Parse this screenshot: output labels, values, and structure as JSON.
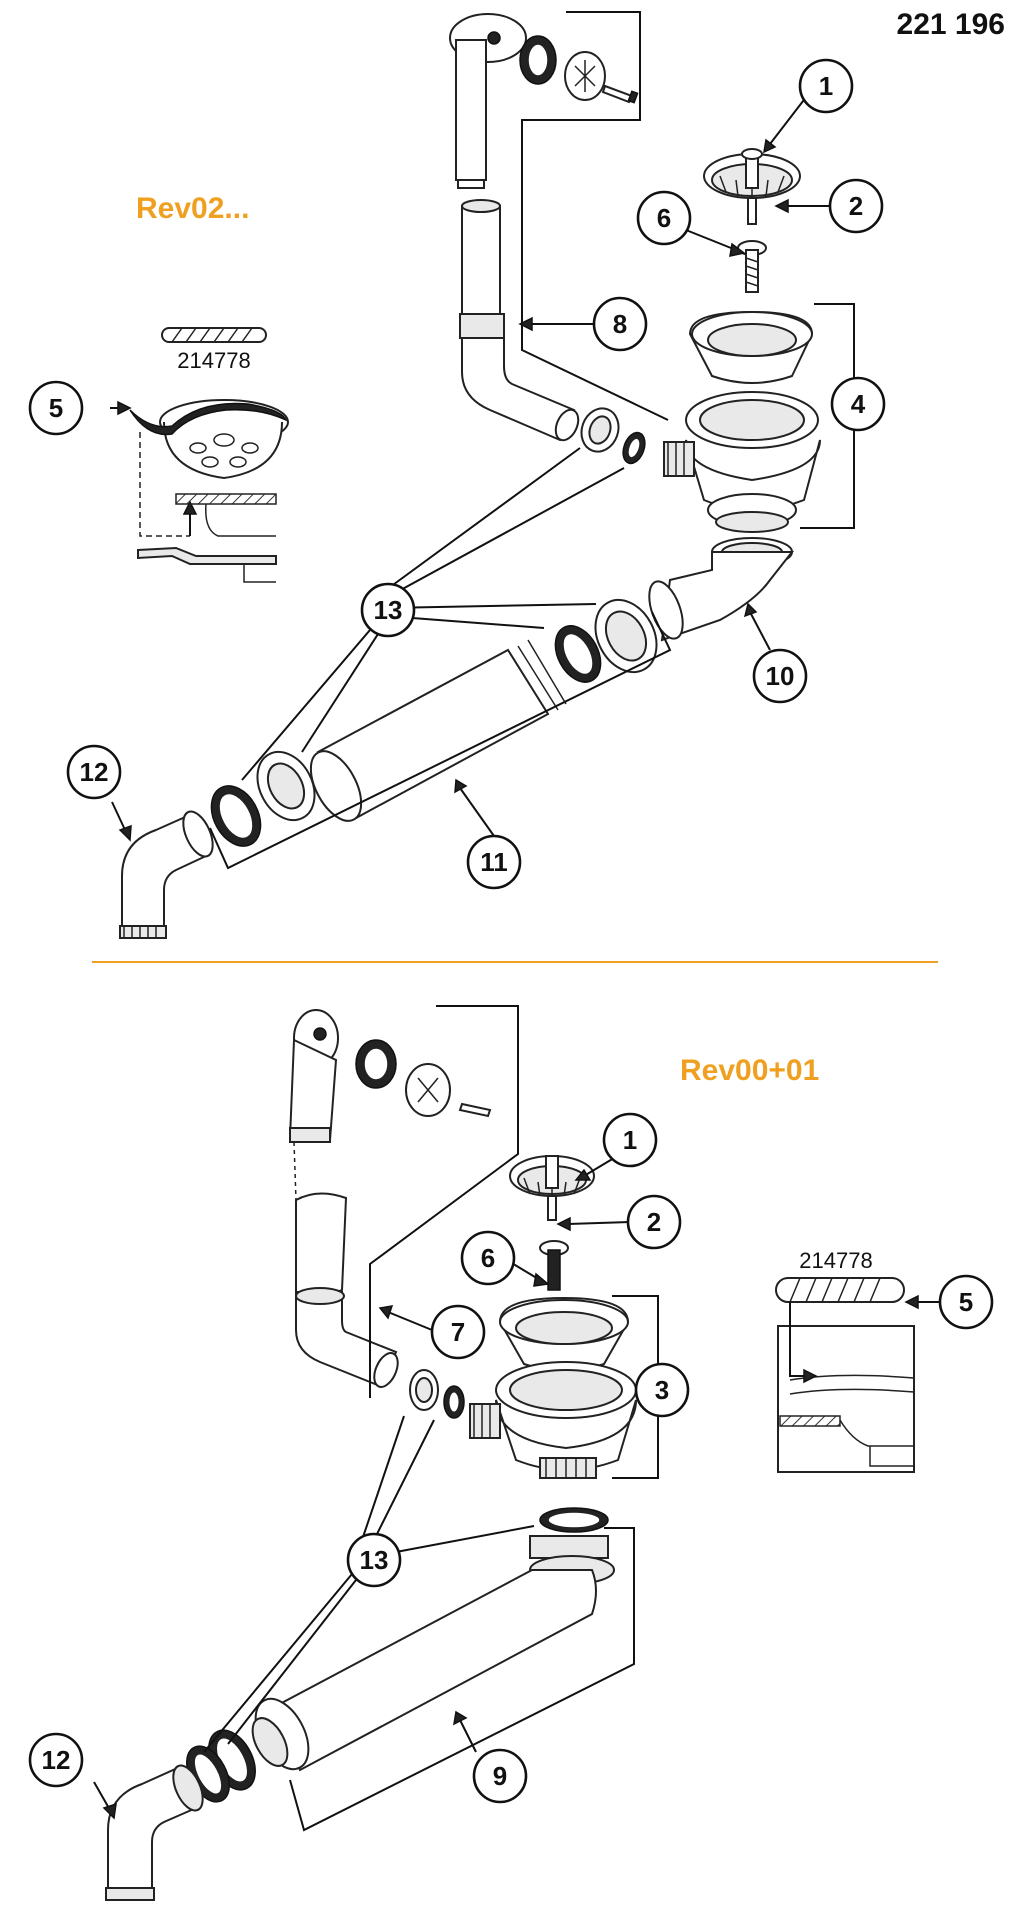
{
  "document": {
    "part_number": "221 196",
    "rev_top": "Rev02...",
    "rev_bottom": "Rev00+01",
    "accent_color": "#f0a020",
    "cable_code_top": "214778",
    "cable_code_bottom": "214778"
  },
  "callouts": {
    "top": {
      "c1": "1",
      "c2": "2",
      "c4": "4",
      "c5": "5",
      "c6": "6",
      "c8": "8",
      "c10": "10",
      "c11": "11",
      "c12": "12",
      "c13": "13"
    },
    "bottom": {
      "c1": "1",
      "c2": "2",
      "c3": "3",
      "c5": "5",
      "c6": "6",
      "c7": "7",
      "c9": "9",
      "c12": "12",
      "c13": "13"
    }
  }
}
